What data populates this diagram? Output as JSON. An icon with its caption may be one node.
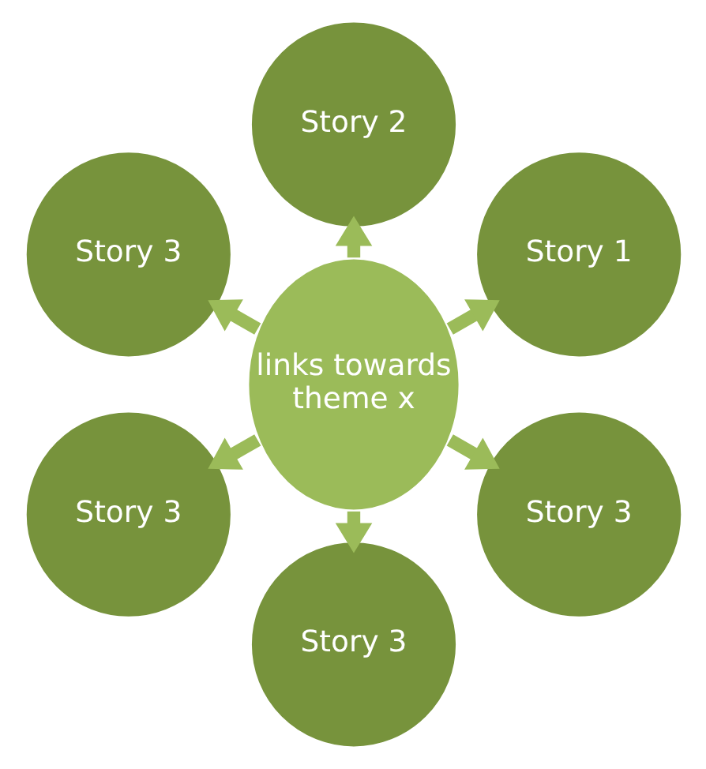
{
  "diagram": {
    "nodes": [
      {
        "text": [
          "links towards theme x"
        ]
      },
      {
        "text": [
          "Story 1"
        ]
      },
      {
        "text": [
          "Story 2"
        ]
      },
      {
        "text": [
          "Story 3"
        ]
      },
      {
        "text": [
          "Story 3"
        ]
      },
      {
        "text": [
          "Story 3"
        ]
      },
      {
        "text": [
          "Story 3"
        ]
      }
    ],
    "edges": [
      {
        "from": 0,
        "to": 1,
        "arrow": "to"
      },
      {
        "from": 0,
        "to": 2,
        "arrow": "to"
      },
      {
        "from": 0,
        "to": 3,
        "arrow": "to"
      },
      {
        "from": 0,
        "to": 4,
        "arrow": "to"
      },
      {
        "from": 0,
        "to": 5,
        "arrow": "to"
      },
      {
        "from": 0,
        "to": 6,
        "arrow": "to"
      }
    ]
  }
}
